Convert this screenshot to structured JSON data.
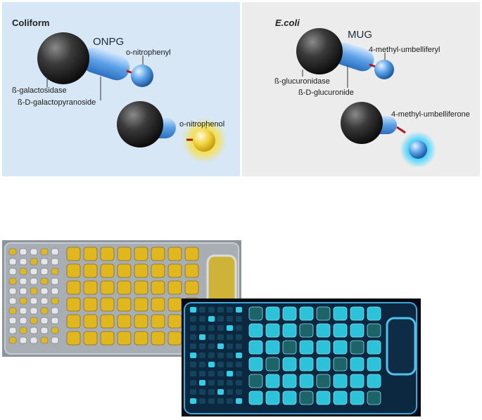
{
  "coliform": {
    "title": "Coliform",
    "substrate": "ONPG",
    "labels": {
      "enzyme": "ß-galactosidase",
      "bond_group": "ß-D-galactopyranoside",
      "leaving_group": "o-nitrophenyl",
      "product": "o-nitrophenol"
    },
    "colors": {
      "background": "#d7e7f5",
      "product_glow": "#f5e04a"
    }
  },
  "ecoli": {
    "title": "E.coli",
    "substrate": "MUG",
    "labels": {
      "enzyme": "ß-glucuronidase",
      "bond_group": "ß-D-glucuronide",
      "leaving_group": "4-methyl-umbelliferyl",
      "product": "4-methyl-umbelliferone"
    },
    "colors": {
      "background": "#ececec",
      "product_glow": "#2fd2ff"
    }
  },
  "photos": {
    "yellow_tray": {
      "well_color": "#e0b81e",
      "tray_color": "#8e949c"
    },
    "uv_tray": {
      "well_color": "#2fd0e8",
      "tray_color": "#0c2840"
    }
  }
}
